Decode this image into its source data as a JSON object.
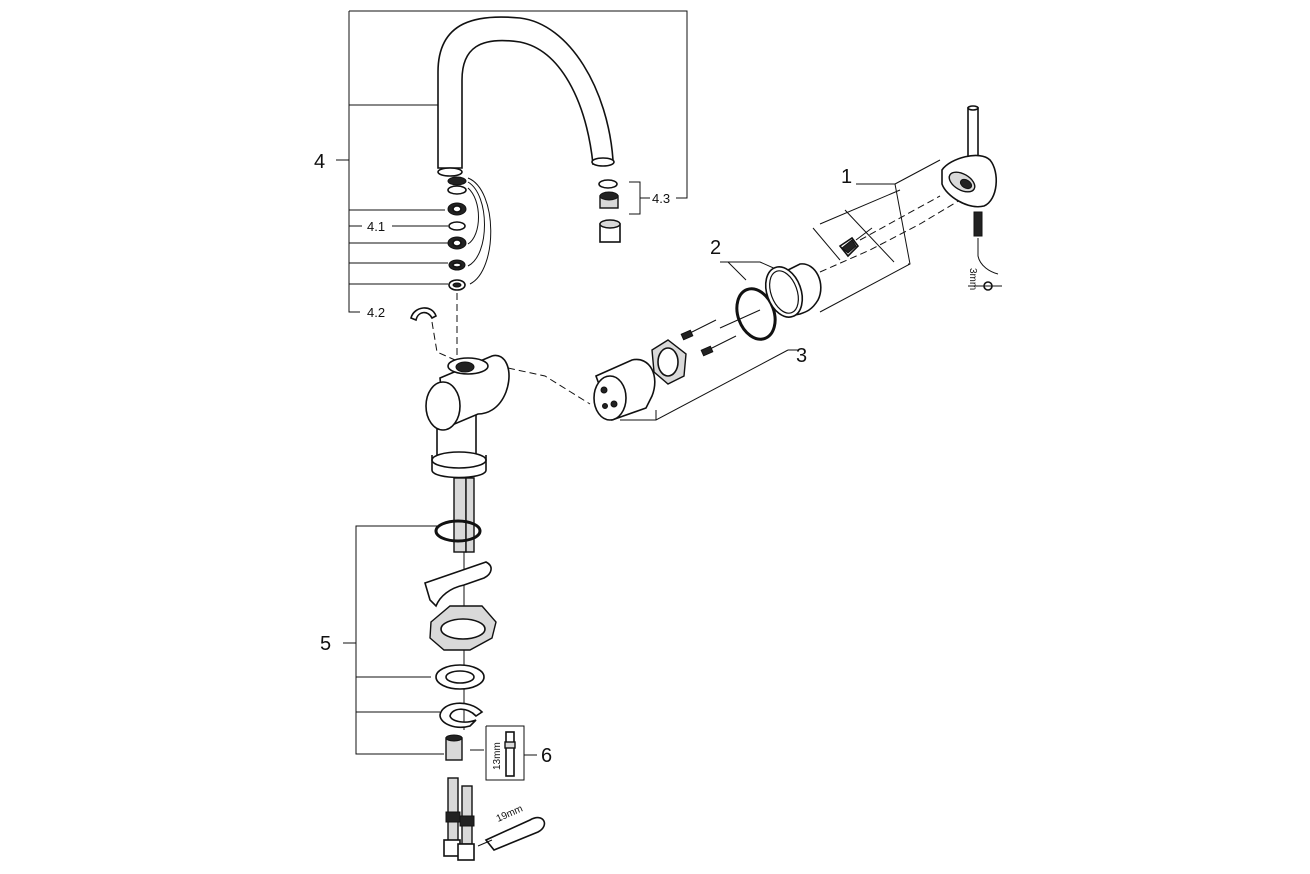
{
  "labels": {
    "p1": "1",
    "p2": "2",
    "p3": "3",
    "p4": "4",
    "p4_1": "4.1",
    "p4_2": "4.2",
    "p4_3": "4.3",
    "p5": "5",
    "p6": "6"
  },
  "dimensions": {
    "hex_key": "3mm",
    "socket": "13mm",
    "wrench": "19mm"
  }
}
